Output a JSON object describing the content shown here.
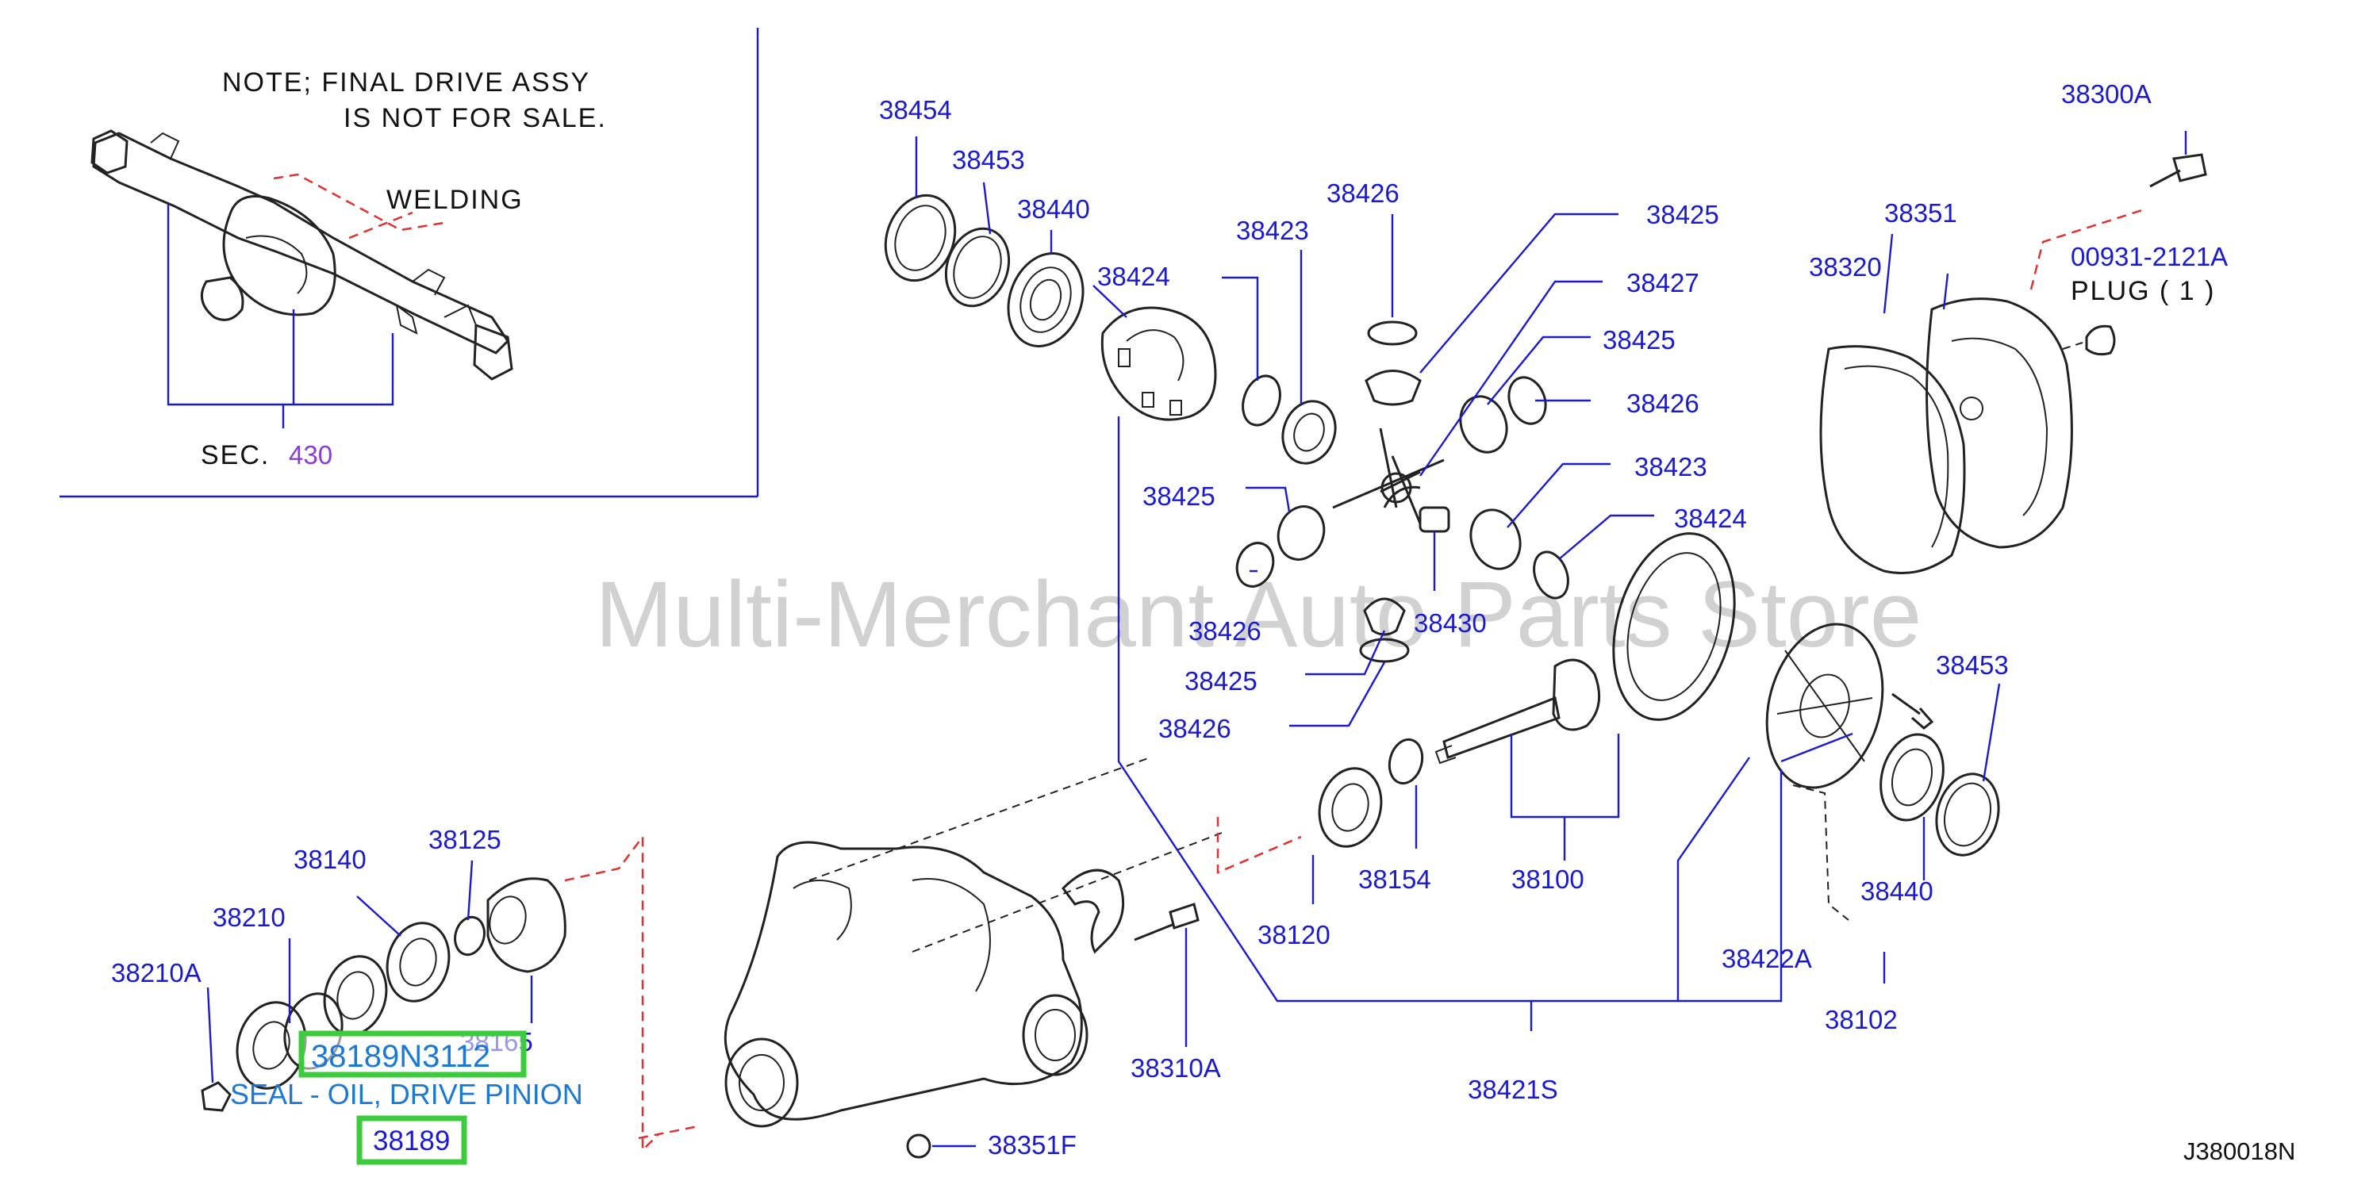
{
  "inset": {
    "note_line1": "NOTE;  FINAL  DRIVE  ASSY",
    "note_line2": "IS  NOT  FOR  SALE.",
    "welding_label": "WELDING",
    "sec_label": "SEC.",
    "sec_number": "430"
  },
  "watermark": "Multi-Merchant Auto Parts Store",
  "diagram_code": "J380018N",
  "plug_label": "PLUG  ( 1 )",
  "highlight": {
    "part_number": "38189N3112",
    "description": "SEAL - OIL, DRIVE PINION",
    "ref_code": "38189"
  },
  "callouts": {
    "c38454": "38454",
    "c38453a": "38453",
    "c38440a": "38440",
    "c38424a": "38424",
    "c38423a": "38423",
    "c38426a": "38426",
    "c38425a": "38425",
    "c38427": "38427",
    "c38425b": "38425",
    "c38426b": "38426",
    "c38423b": "38423",
    "c38424b": "38424",
    "c38425c": "38425",
    "c38426c": "38426",
    "c38430": "38430",
    "c38425d": "38425",
    "c38426d": "38426",
    "c38300A": "38300A",
    "c38351": "38351",
    "c38320": "38320",
    "c00931": "00931-2121A",
    "c38453b": "38453",
    "c38440b": "38440",
    "c38422A": "38422A",
    "c38102": "38102",
    "c38100": "38100",
    "c38154": "38154",
    "c38120": "38120",
    "c38421S": "38421S",
    "c38310A": "38310A",
    "c38351F": "38351F",
    "c38140": "38140",
    "c38125": "38125",
    "c38210": "38210",
    "c38210A": "38210A",
    "c38165": "38165"
  }
}
